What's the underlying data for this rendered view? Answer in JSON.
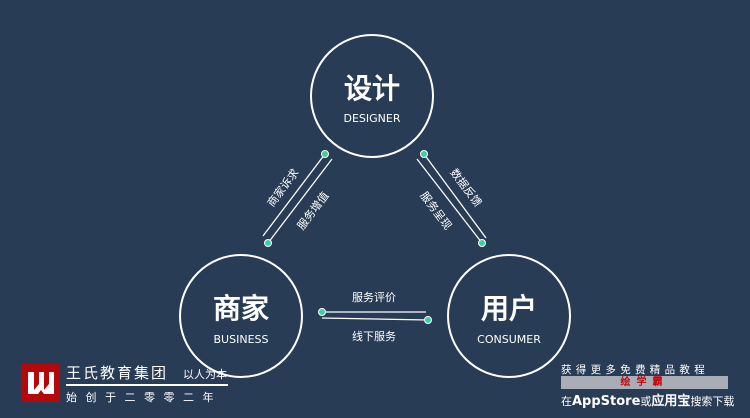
{
  "nodes": {
    "designer": {
      "title": "设计",
      "subtitle": "DESIGNER"
    },
    "business": {
      "title": "商家",
      "subtitle": "BUSINESS"
    },
    "consumer": {
      "title": "用户",
      "subtitle": "CONSUMER"
    }
  },
  "links": {
    "business_designer_top": "商家诉求",
    "business_designer_bottom": "服务增值",
    "designer_consumer_top": "数据反馈",
    "designer_consumer_bottom": "服务呈现",
    "business_consumer_top": "服务评价",
    "business_consumer_bottom": "线下服务"
  },
  "colors": {
    "background": "#283c55",
    "dot": "#3ecfa0",
    "logo": "#b5080b"
  },
  "footer": {
    "brand": "王氏教育集团",
    "motto": "以人为本",
    "since": "始创于二零零二年",
    "promo_line1": "获得更多免费精品教程",
    "promo_app": "绘学霸",
    "promo_line3_a": "在",
    "promo_line3_b": "AppStore",
    "promo_line3_c": "或",
    "promo_line3_d": "应用宝",
    "promo_line3_e": "搜索下载"
  }
}
